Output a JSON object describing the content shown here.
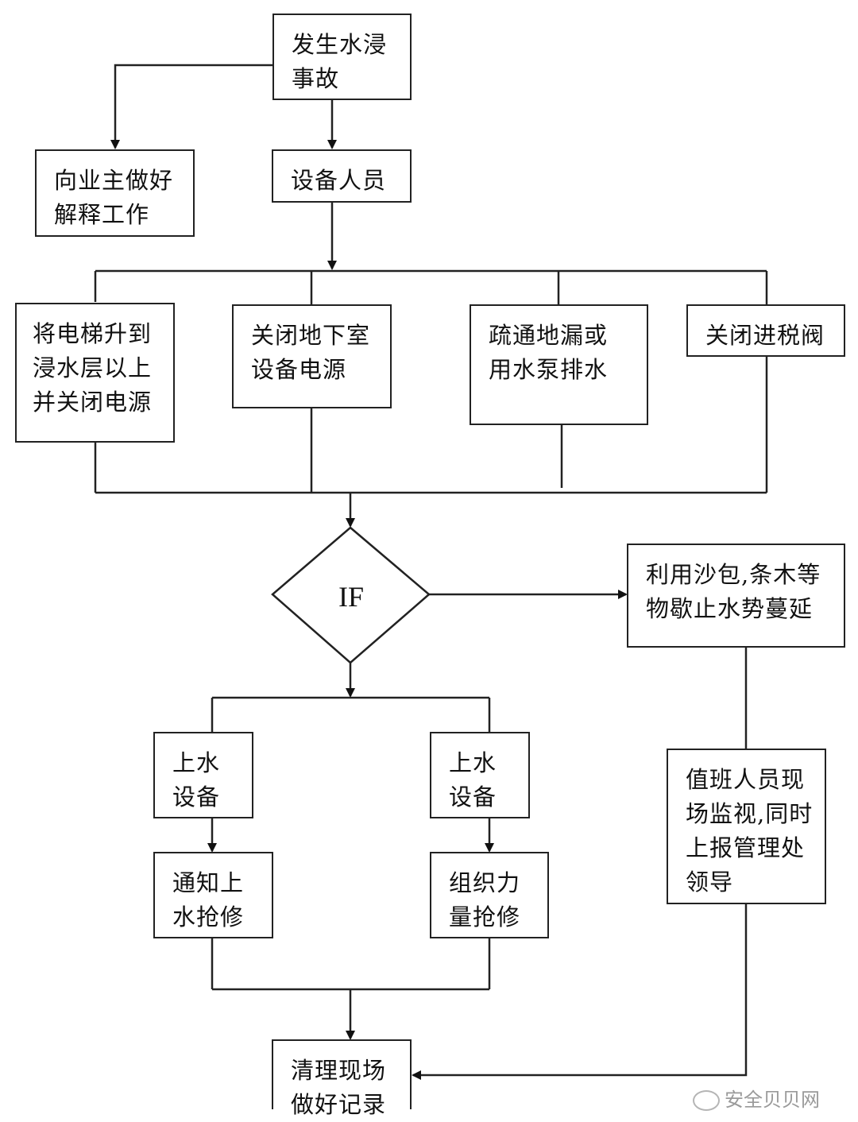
{
  "nodes": {
    "incident": [
      "发生水浸",
      "事故"
    ],
    "explain": [
      "向业主做好",
      "解释工作"
    ],
    "staff": [
      "设备人员"
    ],
    "elevator": [
      "将电梯升到",
      "浸水层以上",
      "并关闭电源"
    ],
    "basement_power": [
      "关闭地下室",
      "设备电源"
    ],
    "drain": [
      "疏通地漏或",
      "用水泵排水"
    ],
    "inlet_valve": [
      "关闭进税阀"
    ],
    "decision": "IF",
    "sandbag": [
      "利用沙包,条木等",
      "物歇止水势蔓延"
    ],
    "water_equip_left": [
      "上水",
      "设备"
    ],
    "water_equip_right": [
      "上水",
      "设备"
    ],
    "notify_repair": [
      "通知上",
      "水抢修"
    ],
    "organize_repair": [
      "组织力",
      "量抢修"
    ],
    "monitor": [
      "值班人员现",
      "场监视,同时",
      "上报管理处",
      "领导"
    ],
    "cleanup": [
      "清理现场",
      "做好记录"
    ]
  },
  "watermark": "安全贝贝网"
}
